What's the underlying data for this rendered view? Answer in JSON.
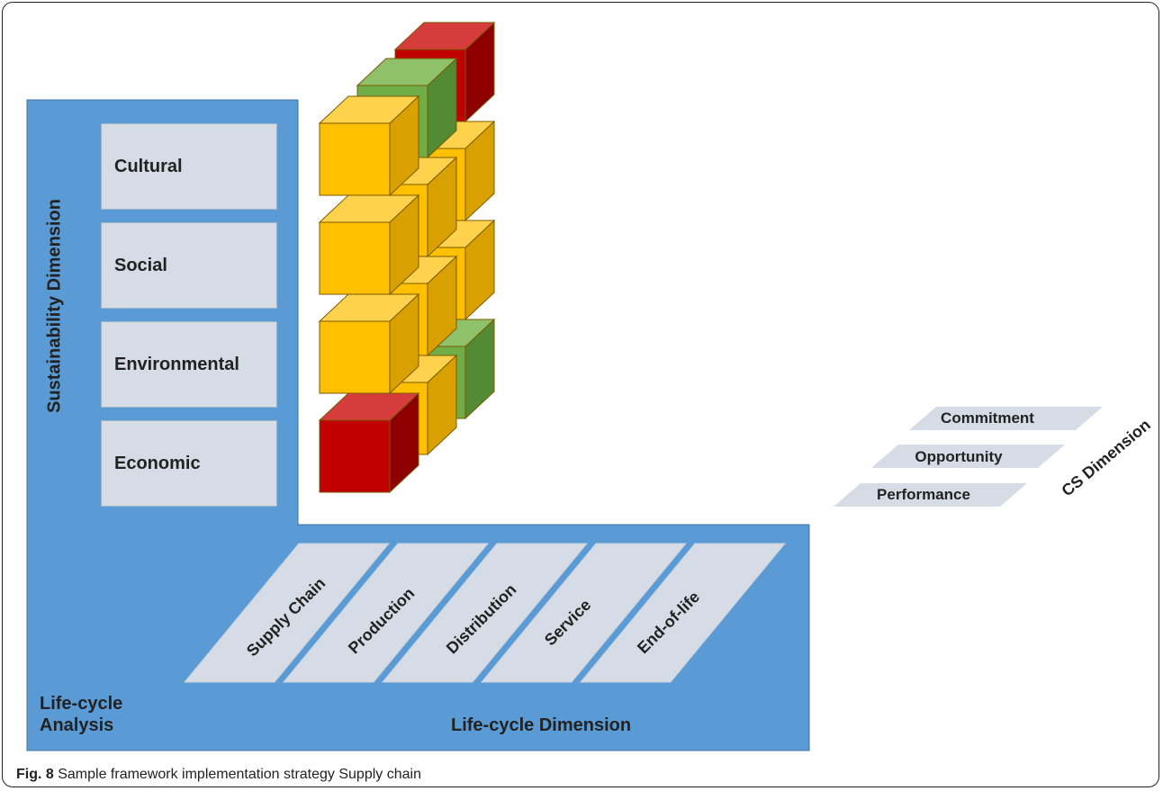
{
  "colors": {
    "panel_blue": "#5b9bd5",
    "box_gray": "#d5dce6",
    "cube_yellow": "#ffc000",
    "cube_green": "#70ad47",
    "cube_red": "#c00000"
  },
  "sustainability": {
    "axis_label": "Sustainability Dimension",
    "items": [
      "Cultural",
      "Social",
      "Environmental",
      "Economic"
    ]
  },
  "lifecycle": {
    "analysis_label": "Life-cycle Analysis",
    "axis_label": "Life-cycle Dimension",
    "items": [
      "Supply Chain",
      "Production",
      "Distribution",
      "Service",
      "End-of-life"
    ]
  },
  "cs": {
    "axis_label": "CS Dimension",
    "items": [
      "Commitment",
      "Opportunity",
      "Performance"
    ]
  },
  "cube_grid": {
    "description_colors_by_column": [
      [
        "yellow",
        "yellow",
        "yellow",
        "red"
      ],
      [
        "green",
        "yellow",
        "yellow",
        "yellow"
      ],
      [
        "red",
        "yellow",
        "yellow",
        "green"
      ]
    ]
  },
  "caption": {
    "prefix": "Fig. 8",
    "text": " Sample framework implementation strategy Supply chain"
  }
}
